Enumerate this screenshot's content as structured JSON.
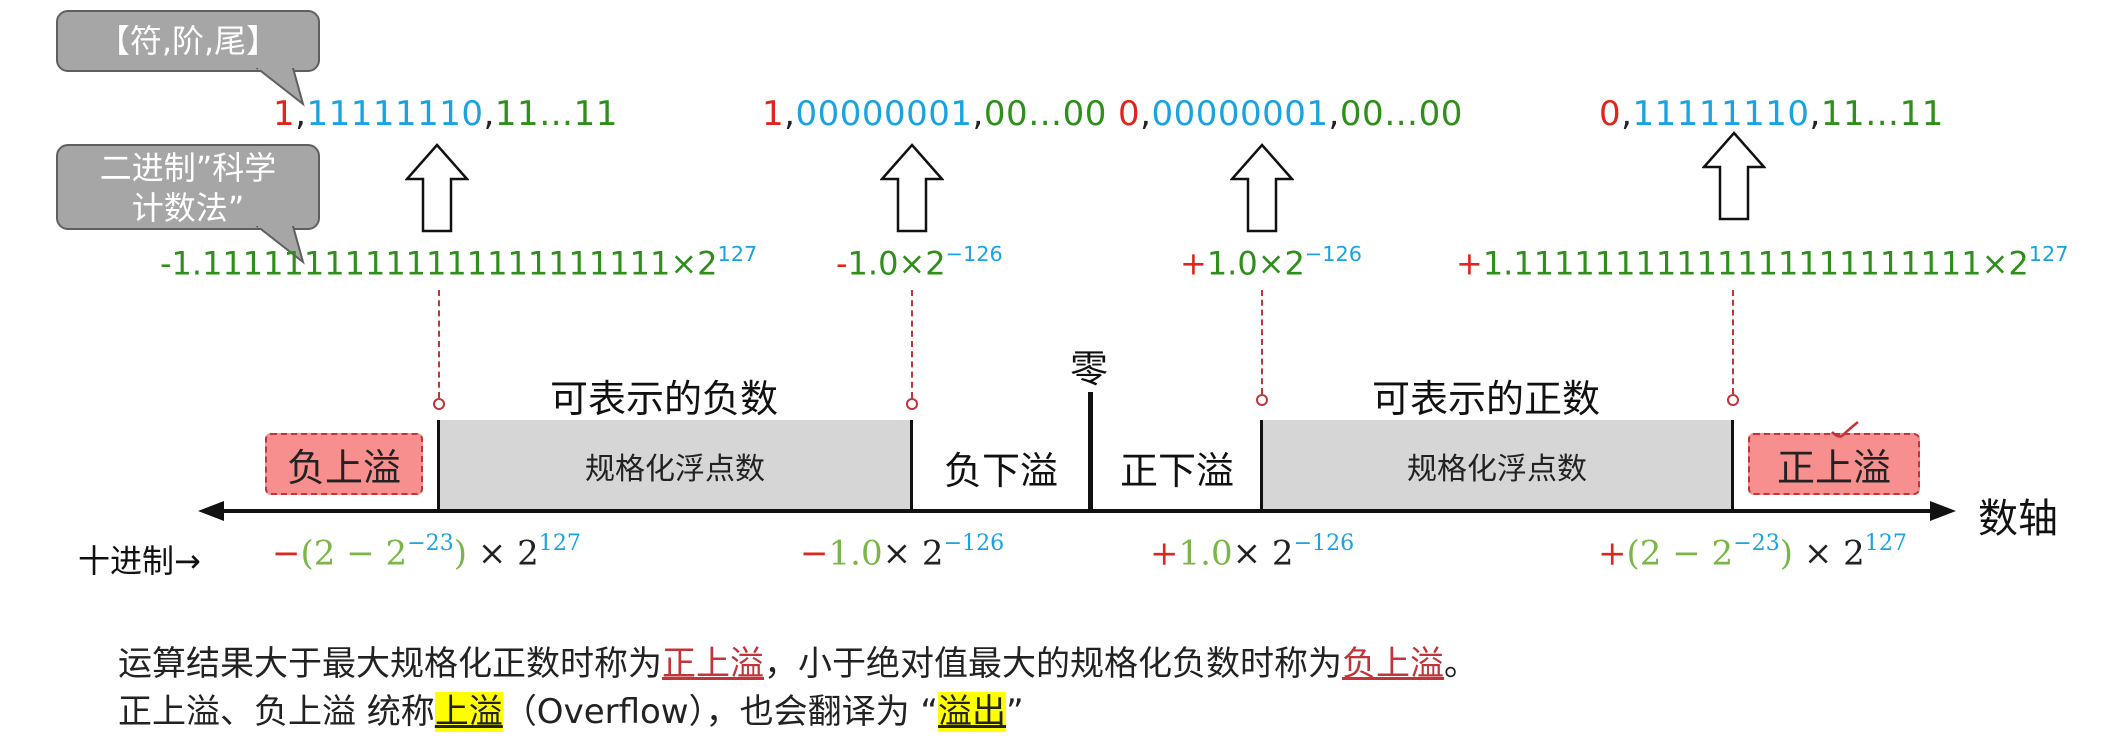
{
  "callouts": {
    "format": "【符,阶,尾】",
    "sci_line1": "二进制”科学",
    "sci_line2": "计数法”"
  },
  "bits": [
    {
      "sign": "1",
      "exp": "11111110",
      "mant": "11…11"
    },
    {
      "sign": "1",
      "exp": "00000001",
      "mant": "00…00"
    },
    {
      "sign": "0",
      "exp": "00000001",
      "mant": "00…00"
    },
    {
      "sign": "0",
      "exp": "11111110",
      "mant": "11…11"
    }
  ],
  "sci": [
    {
      "sign": "-",
      "body": "1.11111111111111111111111×2",
      "exp": "127"
    },
    {
      "sign": "-",
      "body": "1.0×2",
      "exp": "−126"
    },
    {
      "sign": "+",
      "body": "1.0×2",
      "exp": "−126"
    },
    {
      "sign": "+",
      "body": "1.11111111111111111111111×2",
      "exp": "127"
    }
  ],
  "axis": {
    "zero": "零",
    "neg_region": "可表示的负数",
    "pos_region": "可表示的正数",
    "neg_band": "规格化浮点数",
    "pos_band": "规格化浮点数",
    "neg_underflow": "负下溢",
    "pos_underflow": "正下溢",
    "neg_overflow": "负上溢",
    "pos_overflow": "正上溢",
    "axis_label": "数轴",
    "decimal_label": "十进制→"
  },
  "decimal": [
    {
      "sign": "−",
      "inner": "(2 − 2",
      "inner_exp": "−23",
      "close": ")",
      "times": " × 2",
      "exp": "127"
    },
    {
      "sign": "−",
      "inner": "1.0",
      "times": "× 2",
      "exp": "−126"
    },
    {
      "sign": "+",
      "inner": "1.0",
      "times": "× 2",
      "exp": "−126"
    },
    {
      "sign": "+",
      "inner": "(2 − 2",
      "inner_exp": "−23",
      "close": ")",
      "times": " × 2",
      "exp": "127"
    }
  ],
  "paragraph": {
    "l1_a": "运算结果大于最大规格化正数时称为",
    "l1_b": "正上溢",
    "l1_c": "，小于绝对值最大的规格化负数时称为",
    "l1_d": "负上溢",
    "l1_e": "。",
    "l2_a": "正上溢、负上溢 统称",
    "l2_b": "上溢",
    "l2_c": "（Overflow），也会翻译为 “",
    "l2_d": "溢出",
    "l2_e": "”"
  },
  "colors": {
    "sign": "#e0261c",
    "exponent": "#1aa3e0",
    "mantissa": "#2e8f1a",
    "overflow_fill": "#f88f8f",
    "band_fill": "#d6d6d6"
  }
}
